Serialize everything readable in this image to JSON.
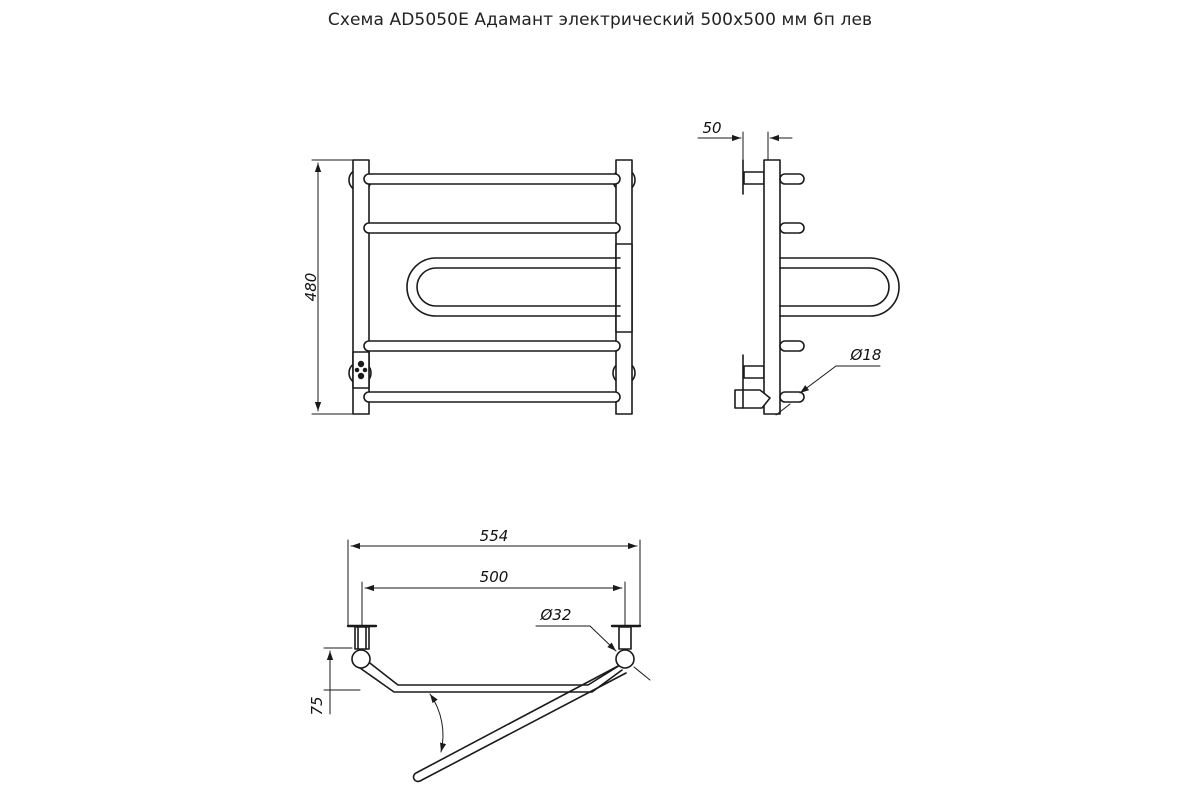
{
  "title": "Схема AD5050E Адамант  электрический 500х500 мм 6п лев",
  "front_view": {
    "height_label": "480"
  },
  "side_view": {
    "offset_label": "50",
    "tube_diameter_label": "Ø18"
  },
  "top_view": {
    "overall_width_label": "554",
    "center_distance_label": "500",
    "mount_diameter_label": "Ø32",
    "depth_label": "75"
  },
  "colors": {
    "line": "#1a1a1a",
    "background": "#ffffff"
  }
}
